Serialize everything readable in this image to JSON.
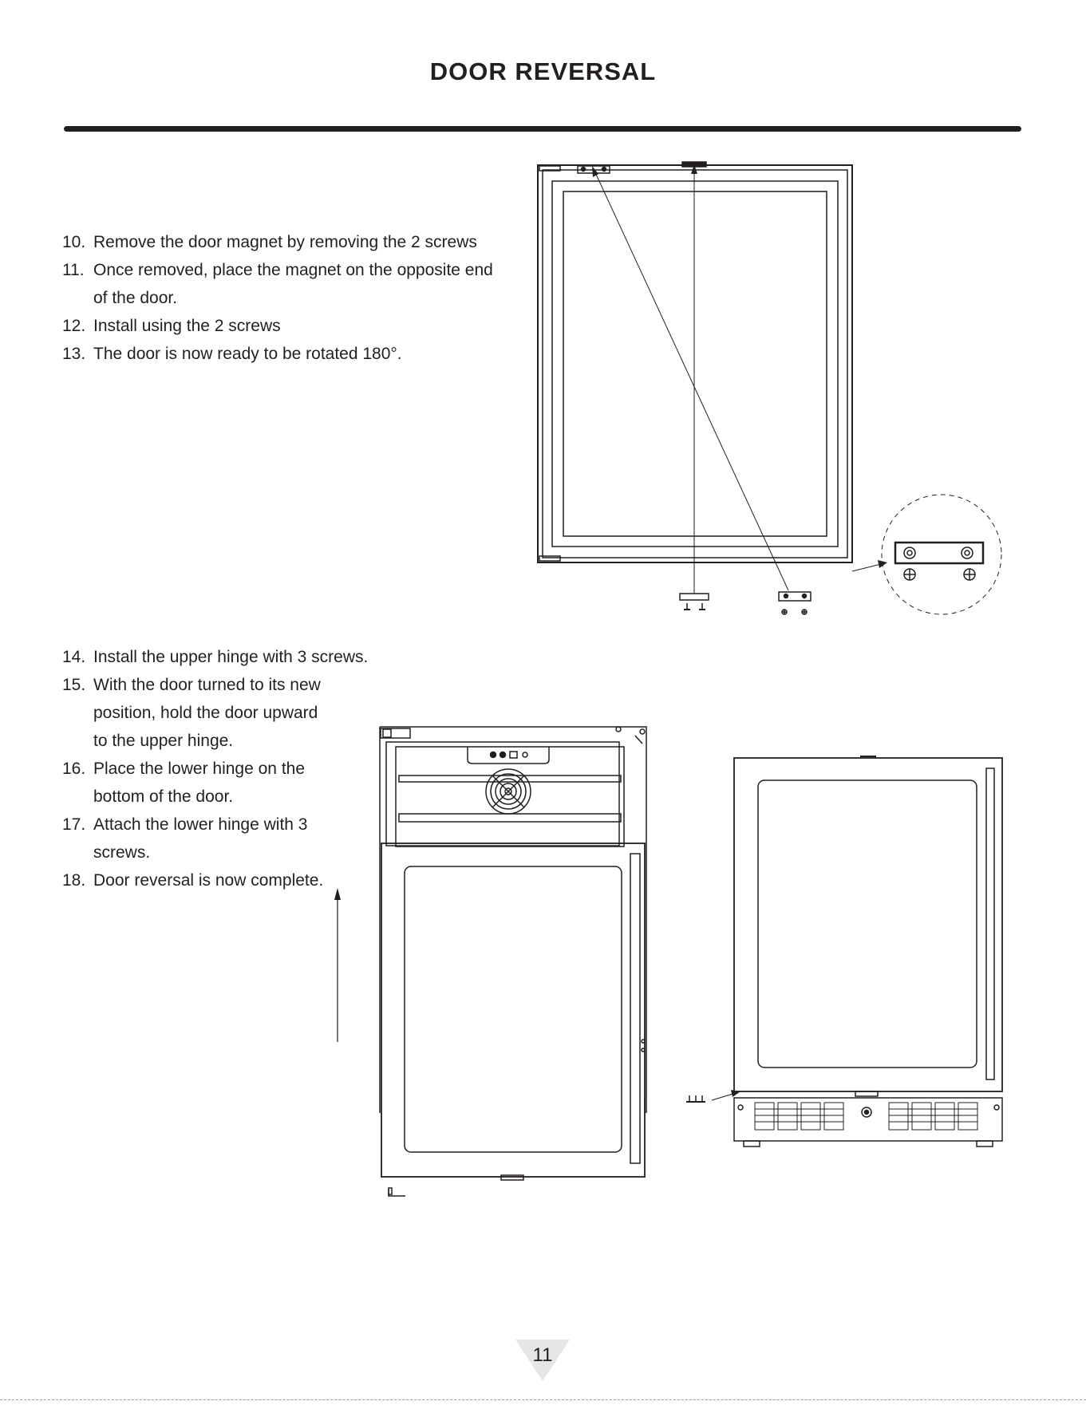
{
  "page": {
    "title": "DOOR REVERSAL",
    "page_number": "11"
  },
  "steps_a": [
    {
      "num": "10.",
      "text": "Remove the door magnet by removing the 2 screws"
    },
    {
      "num": "11.",
      "text": "Once removed, place the magnet on the opposite end of the door."
    },
    {
      "num": "12.",
      "text": "Install using the 2 screws"
    },
    {
      "num": "13.",
      "text": "The door is now ready to be rotated 180°."
    }
  ],
  "steps_b": [
    {
      "num": "14.",
      "text": "Install the upper hinge with 3 screws."
    },
    {
      "num": "15.",
      "text": "With the door turned to its new position, hold the door upward to the upper hinge."
    },
    {
      "num": "16.",
      "text": "Place the lower hinge on the bottom of the door."
    },
    {
      "num": "17.",
      "text": "Attach the lower hinge with 3 screws."
    },
    {
      "num": "18.",
      "text": "Door reversal is now complete."
    }
  ],
  "colors": {
    "ink": "#231f20",
    "page_tab": "#e6e6e6"
  }
}
